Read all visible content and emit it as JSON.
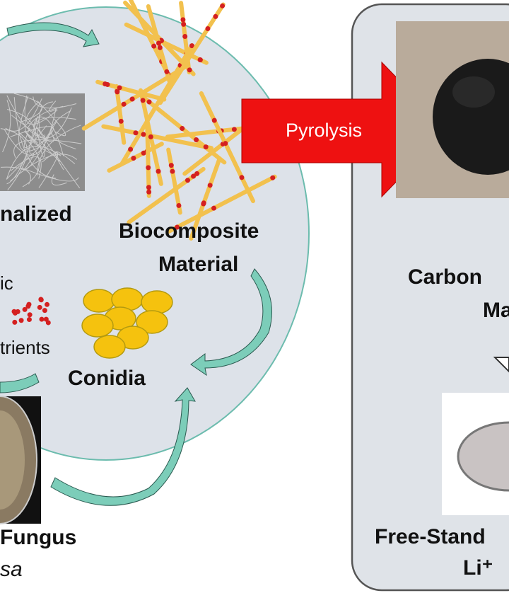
{
  "labels": {
    "functionalized": "nalized",
    "biocomposite_line1": "Biocomposite",
    "biocomposite_line2": "Material",
    "organic": "ic",
    "nutrients": "trients",
    "conidia": "Conidia",
    "fungus": "Fungus",
    "species": "sa",
    "pyrolysis": "Pyrolysis",
    "carbon_line1": "Carbon",
    "carbon_line2": "Ma",
    "freestanding_line1": "Free-Stand",
    "freestanding_line2": "Li⁺"
  },
  "colors": {
    "cycle_fill": "#dde2e9",
    "cycle_stroke": "#6cbcae",
    "arrow_teal": "#7ccdb9",
    "pyrolysis_red": "#ee1111",
    "fiber_yellow": "#f2c14e",
    "dot_red": "#d42020",
    "conidia_yellow": "#f5c20e",
    "panel_fill": "#dfe3e8"
  }
}
